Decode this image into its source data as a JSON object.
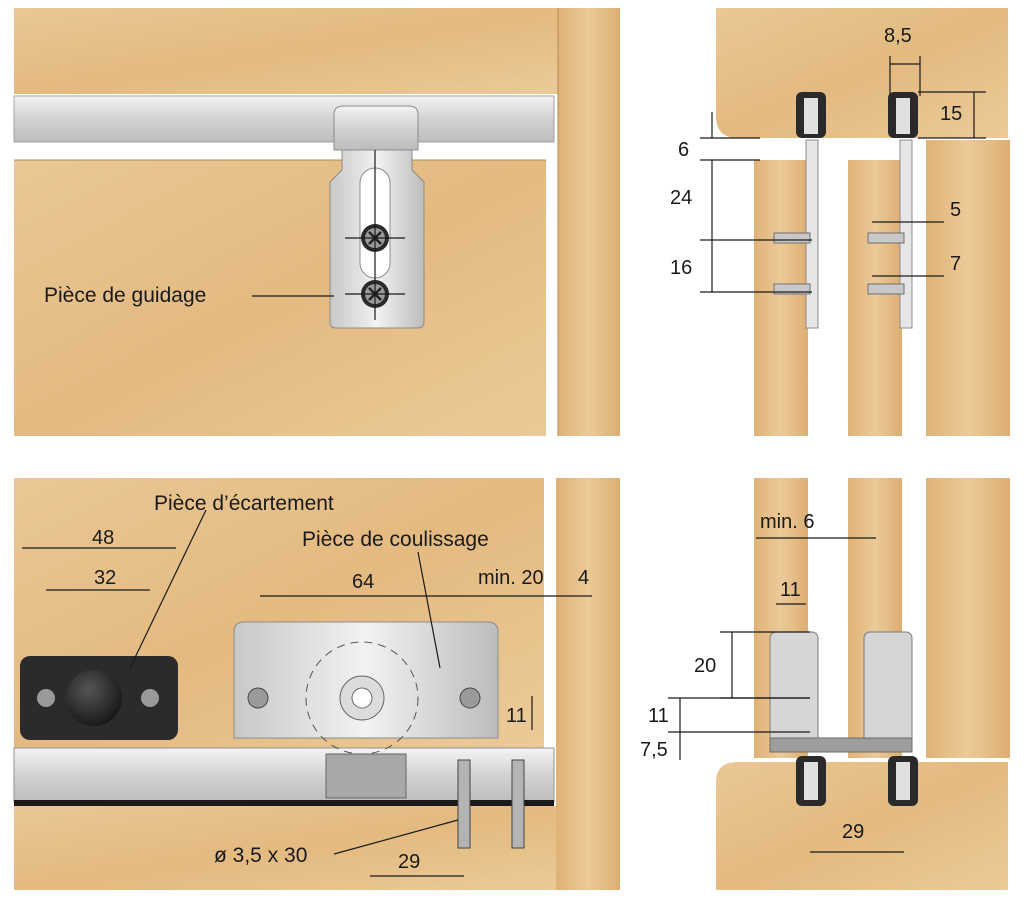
{
  "labels": {
    "guide_piece": "Pièce de guidage",
    "spacer_piece": "Pièce d’écartement",
    "slide_piece": "Pièce de coulissage",
    "screw_spec": "ø 3,5 x 30"
  },
  "dimensions": {
    "tr_width_8_5": "8,5",
    "tr_15": "15",
    "tr_6": "6",
    "tr_24": "24",
    "tr_16": "16",
    "tr_5": "5",
    "tr_7": "7",
    "bl_48": "48",
    "bl_32": "32",
    "bl_64": "64",
    "bl_min20": "min. 20",
    "bl_4": "4",
    "bl_11": "11",
    "bl_29": "29",
    "br_min6": "min. 6",
    "br_11_top": "11",
    "br_20": "20",
    "br_11": "11",
    "br_7_5": "7,5",
    "br_29": "29"
  },
  "colors": {
    "wood": "#e8c28c",
    "wood_dark": "#d9ad70",
    "metal": "#dcdcdc",
    "plastic_dark": "#2b2b2b"
  }
}
